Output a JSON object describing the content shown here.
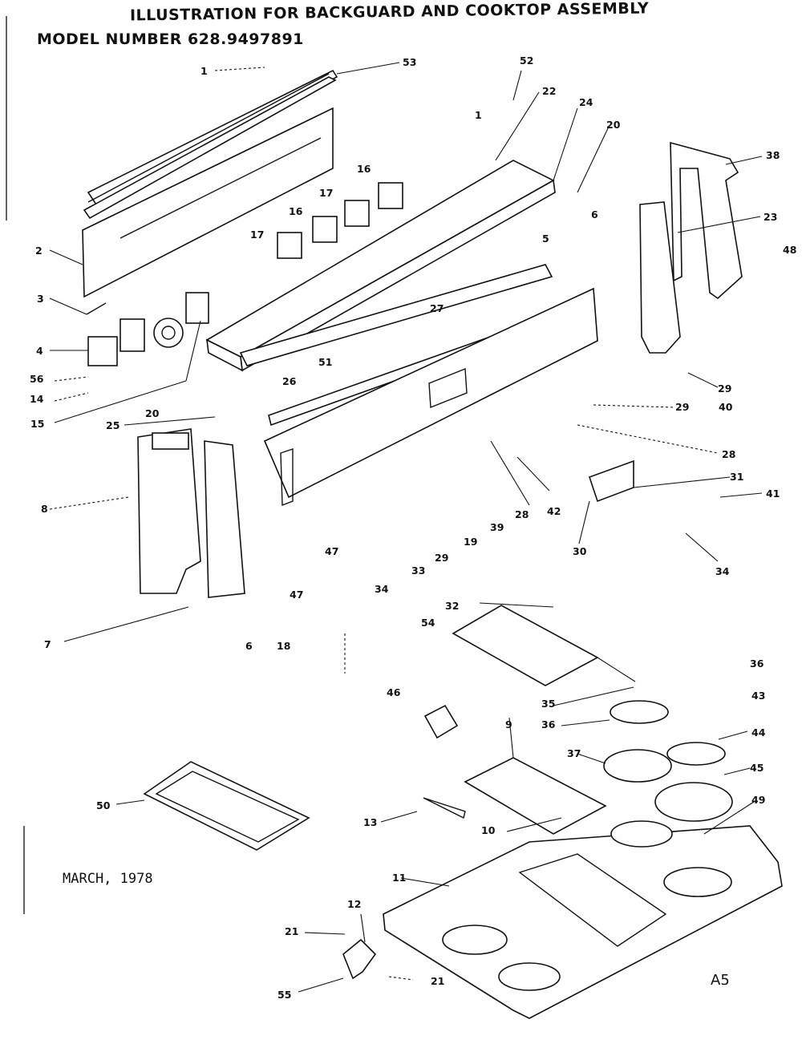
{
  "title": {
    "line1": "ILLUSTRATION FOR BACKGUARD AND COOKTOP ASSEMBLY",
    "line2": "MODEL NUMBER 628.9497891"
  },
  "date": "MARCH, 1978",
  "page_ref": "A5",
  "callouts": [
    "1",
    "53",
    "52",
    "1",
    "22",
    "24",
    "20",
    "38",
    "16",
    "17",
    "16",
    "17",
    "23",
    "6",
    "5",
    "48",
    "2",
    "3",
    "27",
    "4",
    "56",
    "14",
    "51",
    "26",
    "29",
    "15",
    "25",
    "20",
    "29",
    "40",
    "28",
    "8",
    "31",
    "41",
    "39",
    "28",
    "42",
    "47",
    "29",
    "33",
    "19",
    "30",
    "34",
    "7",
    "6",
    "18",
    "47",
    "34",
    "32",
    "54",
    "36",
    "35",
    "43",
    "46",
    "9",
    "36",
    "44",
    "37",
    "45",
    "50",
    "13",
    "10",
    "49",
    "11",
    "12",
    "21",
    "55",
    "21"
  ]
}
